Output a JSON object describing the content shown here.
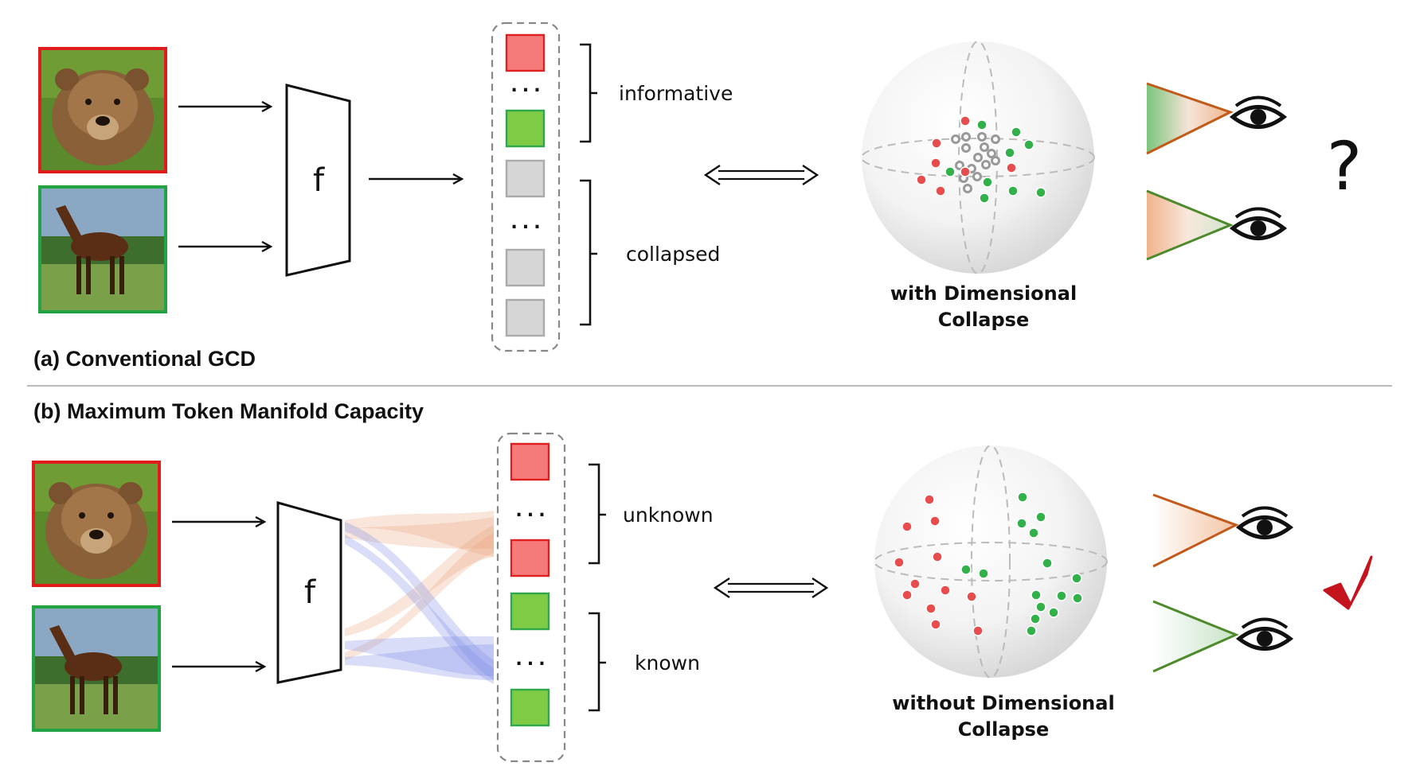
{
  "colors": {
    "red": "#e02020",
    "red_fill": "#f57a7a",
    "green": "#2ea84a",
    "green_fill": "#7ecb46",
    "gray_fill": "#d6d6d6",
    "orange_flow": "#e8a07a",
    "blue_flow": "#8090e8",
    "check": "#c4141e"
  },
  "icons": {
    "input_a_top": "bear-image-icon",
    "input_a_bottom": "horse-image-icon",
    "eye": "eye-icon",
    "unknown_mark": "question-mark-icon",
    "ok_mark": "checkmark-icon"
  },
  "panel_a": {
    "title": "(a) Conventional GCD",
    "encoder_label": "f",
    "dots_label": "...",
    "bracket_top": "informative",
    "bracket_bottom": "collapsed",
    "sphere_caption_1": "with Dimensional",
    "sphere_caption_2": "Collapse",
    "verdict": "?"
  },
  "panel_b": {
    "title": "(b) Maximum Token Manifold Capacity",
    "encoder_label": "f",
    "dots_label": "...",
    "bracket_top": "unknown",
    "bracket_bottom": "known",
    "sphere_caption_1": "without Dimensional",
    "sphere_caption_2": "Collapse"
  }
}
